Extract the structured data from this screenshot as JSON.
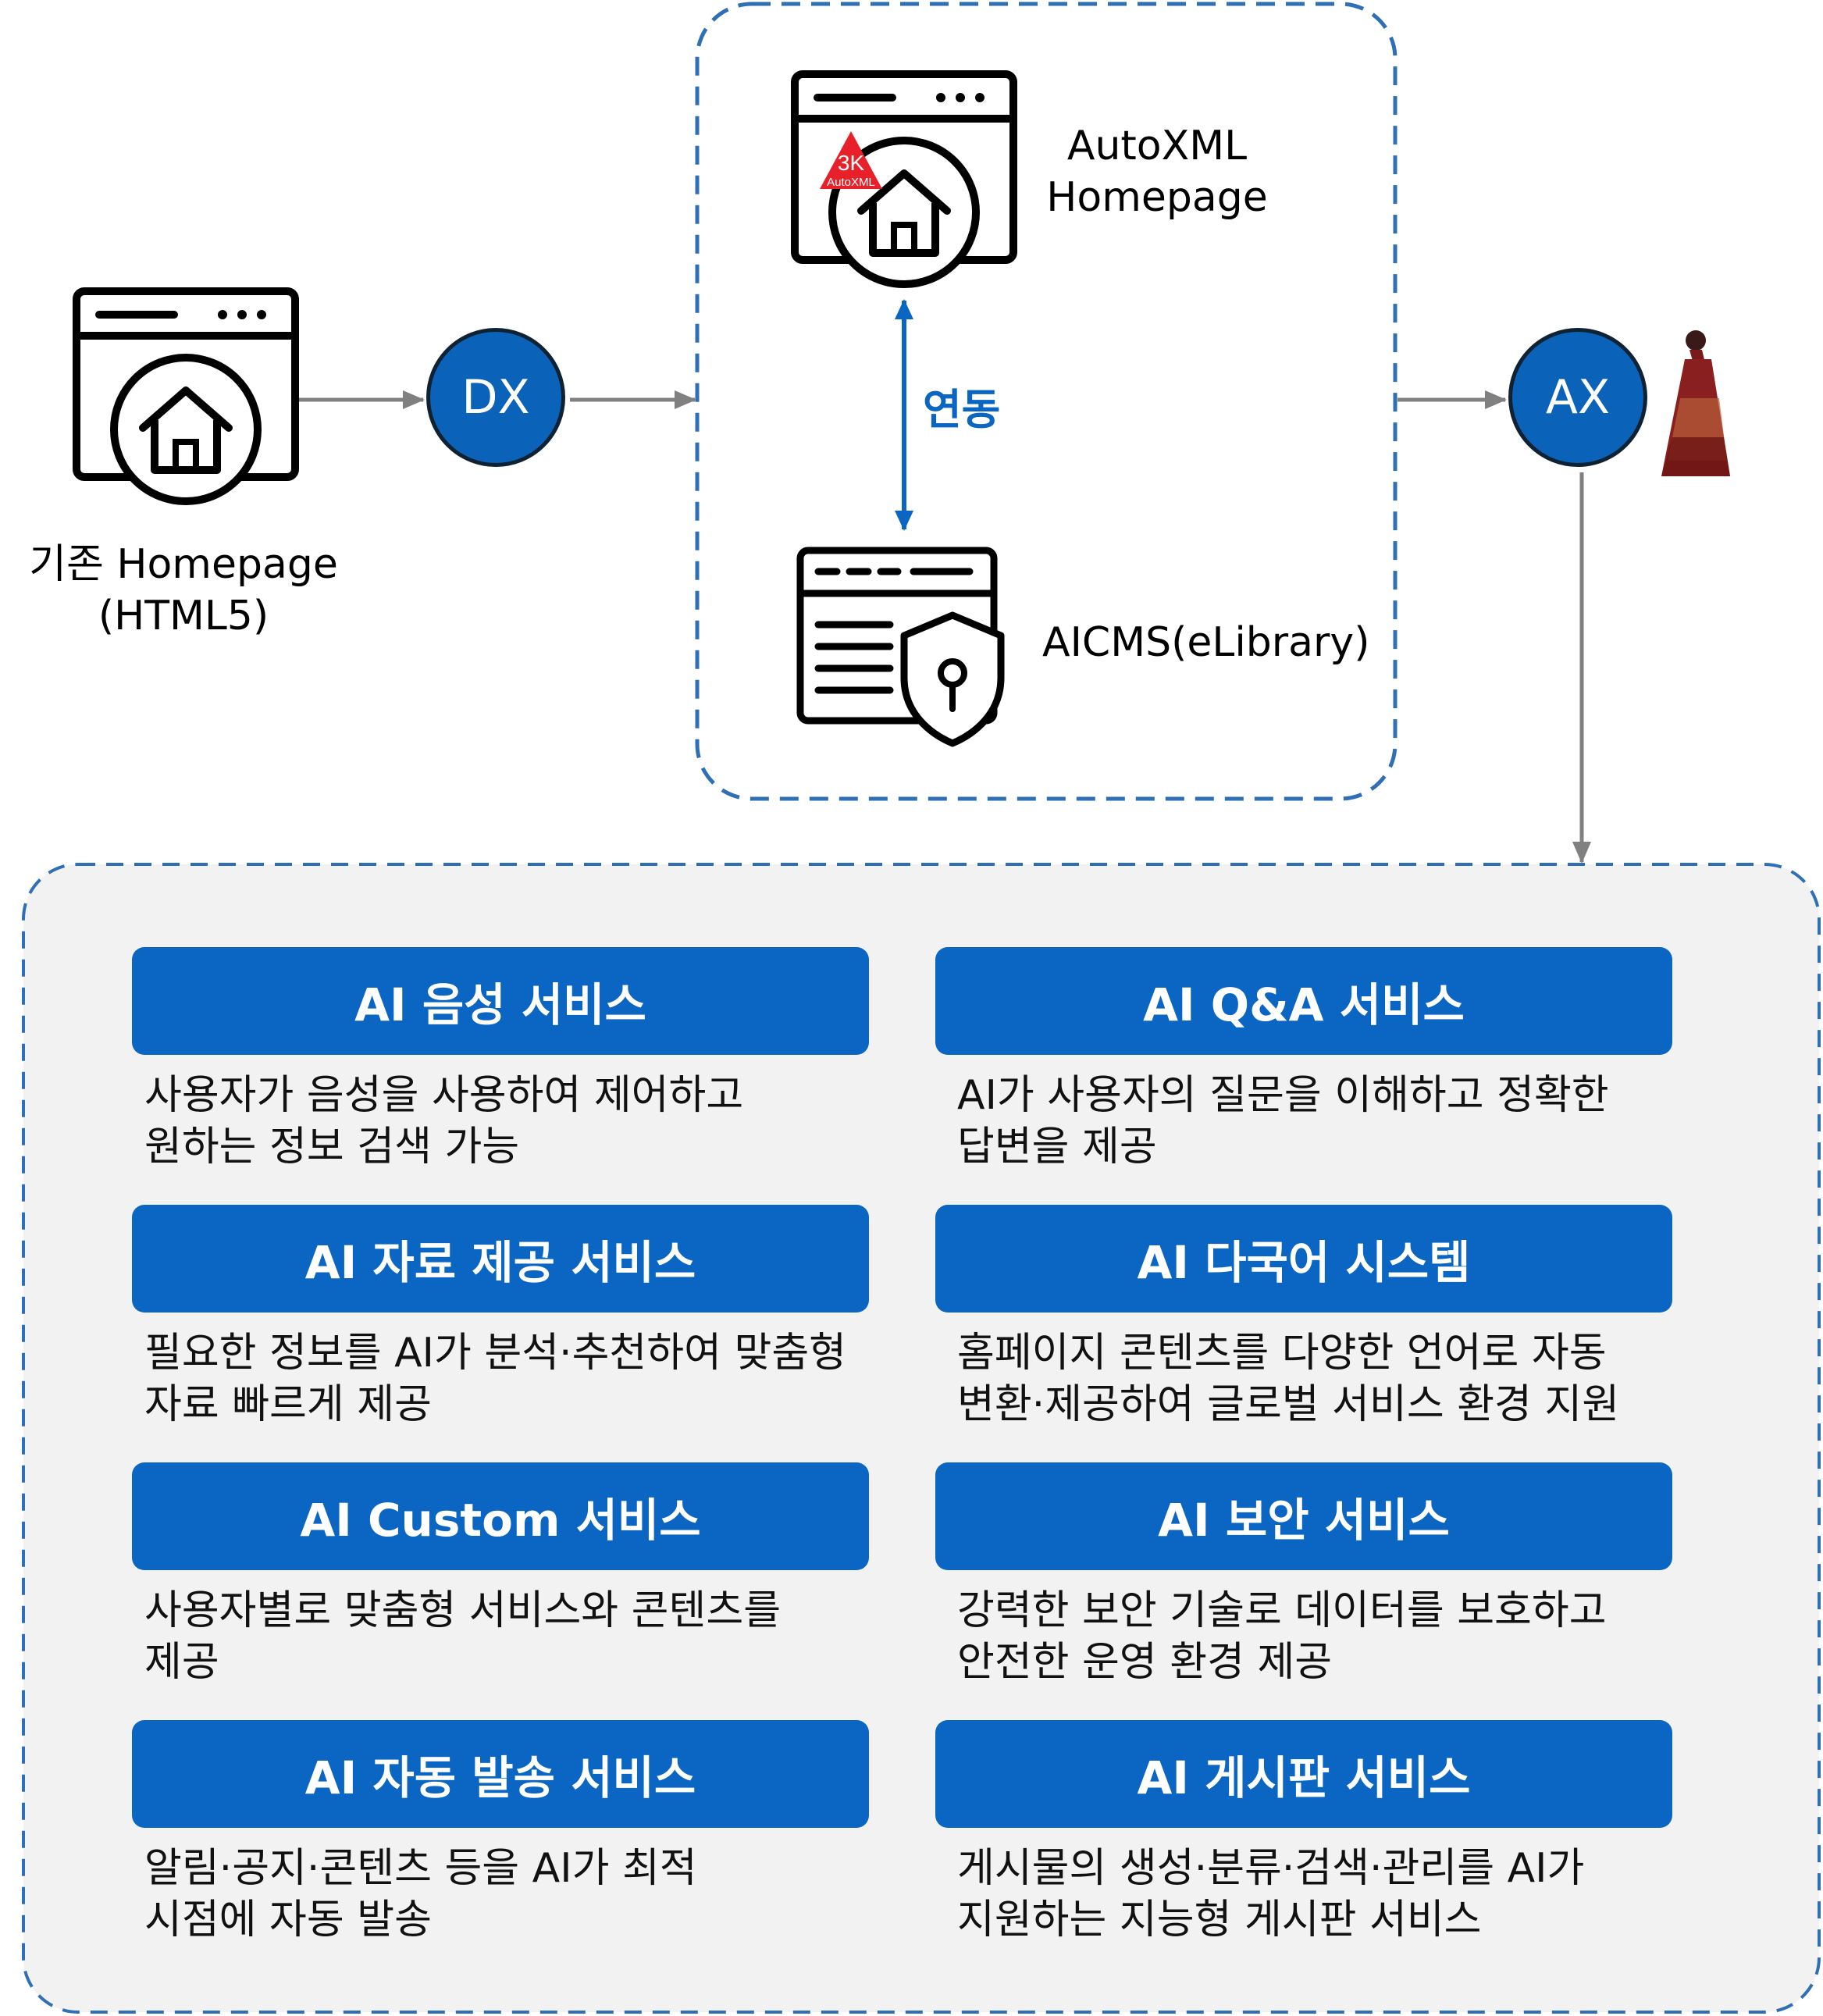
{
  "colors": {
    "accent": "#0a66c2",
    "arrow": "#808080",
    "panel_bg": "#f2f2f2",
    "dashed_border": "#2e6fb5"
  },
  "legacy": {
    "label_line1": "기존 Homepage",
    "label_line2": "(HTML5)",
    "icon": "legacy-homepage-icon"
  },
  "dx": {
    "label": "DX"
  },
  "ax": {
    "label": "AX"
  },
  "center_group": {
    "autoxml": {
      "label_line1": "AutoXML",
      "label_line2": "Homepage",
      "icon": "autoxml-homepage-icon",
      "badge_top": "3K",
      "badge_bottom": "AutoXML"
    },
    "link_label": "연동",
    "aicms": {
      "label": "AICMS(eLibrary)",
      "icon": "aicms-security-icon"
    }
  },
  "services": [
    {
      "title": "AI 음성 서비스",
      "desc_line1": "사용자가 음성을 사용하여 제어하고",
      "desc_line2": "원하는 정보 검색 가능"
    },
    {
      "title": "AI Q&A 서비스",
      "desc_line1": "AI가 사용자의 질문을 이해하고 정확한",
      "desc_line2": "답변을 제공"
    },
    {
      "title": "AI 자료 제공 서비스",
      "desc_line1": "필요한 정보를 AI가 분석·추천하여 맞춤형",
      "desc_line2": "자료 빠르게 제공"
    },
    {
      "title": "AI 다국어 시스템",
      "desc_line1": "홈페이지 콘텐츠를 다양한 언어로 자동",
      "desc_line2": "변환·제공하여 글로벌 서비스 환경 지원"
    },
    {
      "title": "AI Custom 서비스",
      "desc_line1": "사용자별로 맞춤형 서비스와 콘텐츠를",
      "desc_line2": "제공"
    },
    {
      "title": "AI 보안 서비스",
      "desc_line1": "강력한 보안 기술로 데이터를 보호하고",
      "desc_line2": "안전한 운영 환경 제공"
    },
    {
      "title": "AI 자동 발송 서비스",
      "desc_line1": "알림·공지·콘텐츠 등을 AI가 최적",
      "desc_line2": "시점에 자동 발송"
    },
    {
      "title": "AI 게시판 서비스",
      "desc_line1": "게시물의 생성·분류·검색·관리를 AI가",
      "desc_line2": "지원하는 지능형 게시판 서비스"
    }
  ]
}
